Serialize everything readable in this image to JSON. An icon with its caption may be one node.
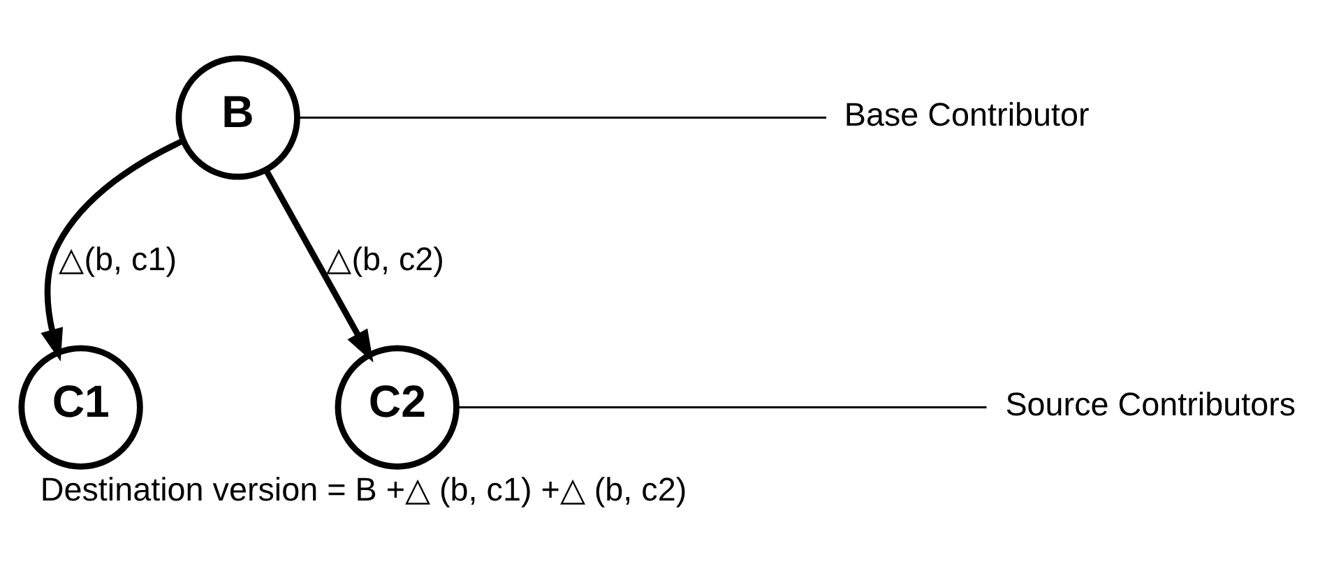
{
  "diagram": {
    "caption": "Destination version = B +△ (b, c1) +△ (b, c2)",
    "nodes": [
      {
        "text": [
          "B"
        ]
      },
      {
        "text": [
          "Base Contributor"
        ]
      },
      {
        "text": [
          "C1"
        ]
      },
      {
        "text": [
          "C2"
        ]
      },
      {
        "text": [
          "Source Contributors"
        ]
      }
    ],
    "edges": [
      {
        "from": 0,
        "to": 1,
        "arrow": "none"
      },
      {
        "from": 0,
        "to": 2,
        "arrow": "to",
        "label": "△(b, c1)",
        "style": "thick"
      },
      {
        "from": 0,
        "to": 3,
        "arrow": "to",
        "label": "△(b, c2)",
        "style": "thick"
      },
      {
        "from": 3,
        "to": 4,
        "arrow": "none"
      }
    ]
  }
}
